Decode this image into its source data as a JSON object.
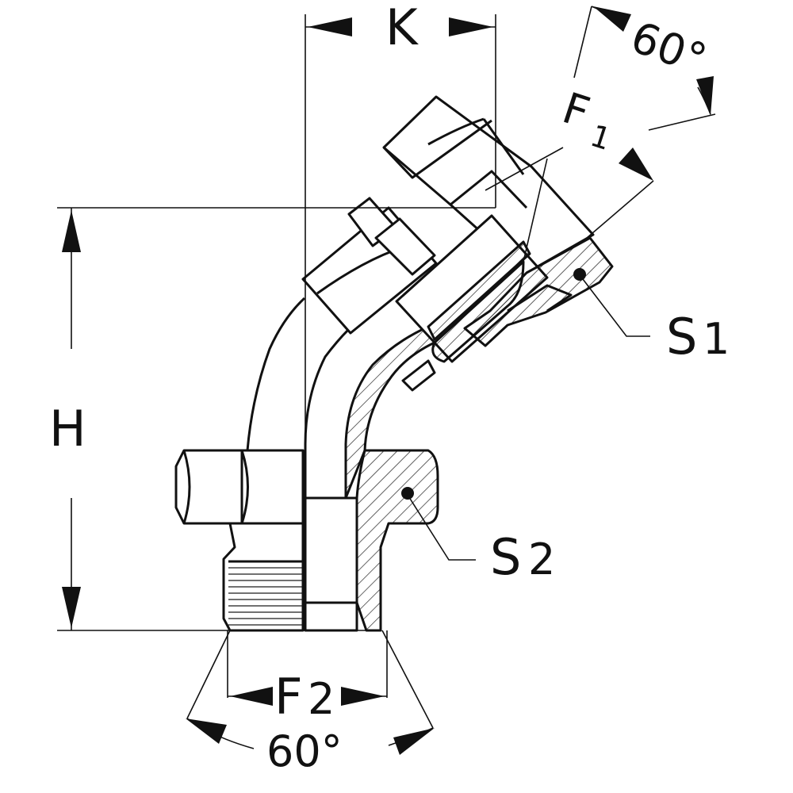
{
  "labels": {
    "K": "K",
    "H": "H",
    "F1": "F",
    "F1_sub": "1",
    "F2": "F",
    "F2_sub": "2",
    "S1": "S",
    "S1_sub": "1",
    "S2": "S",
    "S2_sub": "2",
    "angle_top": "60°",
    "angle_bottom": "60°"
  },
  "colors": {
    "line": "#111111",
    "background": "#ffffff"
  }
}
